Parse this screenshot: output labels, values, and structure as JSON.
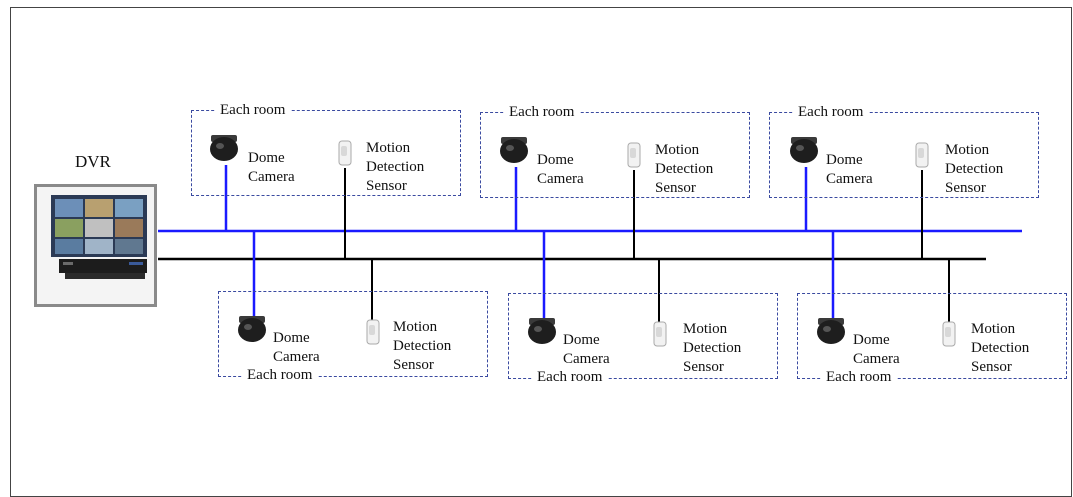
{
  "dvr": {
    "label": "DVR"
  },
  "rooms": [
    {
      "title": "Each room",
      "camera": [
        "Dome",
        "Camera"
      ],
      "sensor": [
        "Motion",
        "Detection",
        "Sensor"
      ]
    },
    {
      "title": "Each room",
      "camera": [
        "Dome",
        "Camera"
      ],
      "sensor": [
        "Motion",
        "Detection",
        "Sensor"
      ]
    },
    {
      "title": "Each room",
      "camera": [
        "Dome",
        "Camera"
      ],
      "sensor": [
        "Motion",
        "Detection",
        "Sensor"
      ]
    },
    {
      "title": "Each room",
      "camera": [
        "Dome",
        "Camera"
      ],
      "sensor": [
        "Motion",
        "Detection",
        "Sensor"
      ]
    },
    {
      "title": "Each room",
      "camera": [
        "Dome",
        "Camera"
      ],
      "sensor": [
        "Motion",
        "Detection",
        "Sensor"
      ]
    },
    {
      "title": "Each room",
      "camera": [
        "Dome",
        "Camera"
      ],
      "sensor": [
        "Motion",
        "Detection",
        "Sensor"
      ]
    }
  ],
  "colors": {
    "video_bus": "#1a1aff",
    "sensor_bus": "#000000",
    "room_border": "#3a4aa0"
  },
  "icons": {
    "camera": "dome-camera-icon",
    "sensor": "motion-sensor-icon",
    "dvr": "dvr-monitor-icon"
  }
}
